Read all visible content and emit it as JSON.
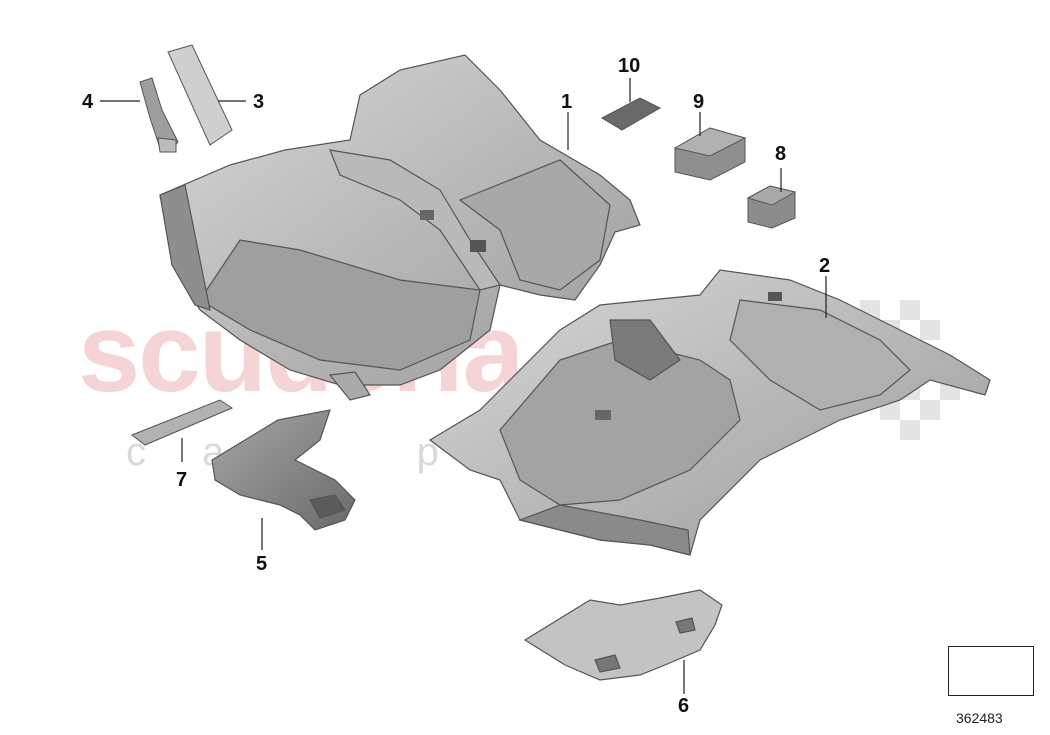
{
  "watermark": {
    "brand": "scuderia",
    "sub": "car parts"
  },
  "callouts": {
    "c1": "1",
    "c2": "2",
    "c3": "3",
    "c4": "4",
    "c5": "5",
    "c6": "6",
    "c7": "7",
    "c8": "8",
    "c9": "9",
    "c10": "10"
  },
  "diagram_id": "362483",
  "colors": {
    "part_light": "#d0d0d0",
    "part_mid": "#a9a9a9",
    "part_dark": "#6f6f6f",
    "outline": "#555555",
    "watermark_red": "#f2c6c8",
    "watermark_gray": "#d9d9d9"
  }
}
